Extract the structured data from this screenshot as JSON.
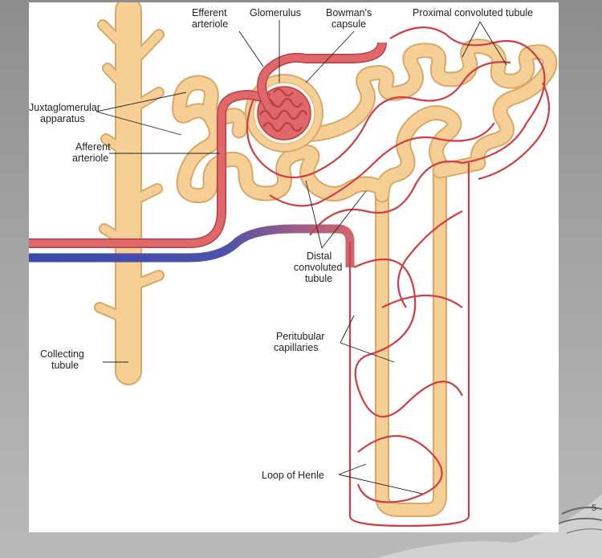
{
  "labels": {
    "efferent_1": "Efferent",
    "efferent_2": "arteriole",
    "glomerulus": "Glomerulus",
    "bowman_1": "Bowman's",
    "bowman_2": "capsule",
    "proximal": "Proximal convoluted tubule",
    "juxta_1": "Juxtaglomerular",
    "juxta_2": "apparatus",
    "afferent_1": "Afferent",
    "afferent_2": "arteriole",
    "distal_1": "Distal",
    "distal_2": "convoluted",
    "distal_3": "tubule",
    "peritubular_1": "Peritubular",
    "peritubular_2": "capillaries",
    "collecting_1": "Collecting",
    "collecting_2": "tubule",
    "henle": "Loop of Henle"
  },
  "slide": {
    "number": "5"
  },
  "colors": {
    "tubule": "#f6cf96",
    "tubule_edge": "#d9a766",
    "vessel": "#e0686a",
    "vessel_edge": "#b84044",
    "capillary": "#cf3e45",
    "vein": "#3b4aa8",
    "background": "#ffffff"
  }
}
